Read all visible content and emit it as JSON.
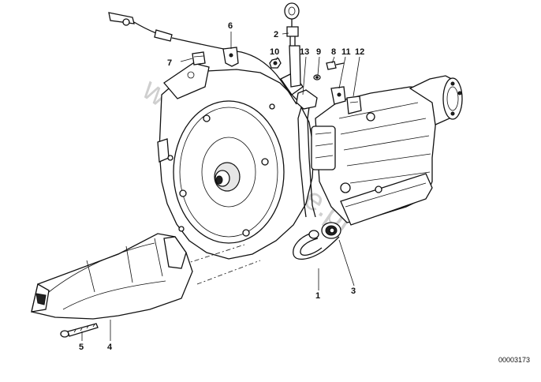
{
  "diagram": {
    "watermark": "www.bmwstore.pl",
    "part_number": "00003173",
    "callouts": {
      "c1": "1",
      "c2": "2",
      "c3": "3",
      "c4": "4",
      "c5": "5",
      "c6": "6",
      "c7": "7",
      "c8": "8",
      "c9": "9",
      "c10": "10",
      "c11": "11",
      "c12": "12",
      "c13": "13"
    }
  }
}
